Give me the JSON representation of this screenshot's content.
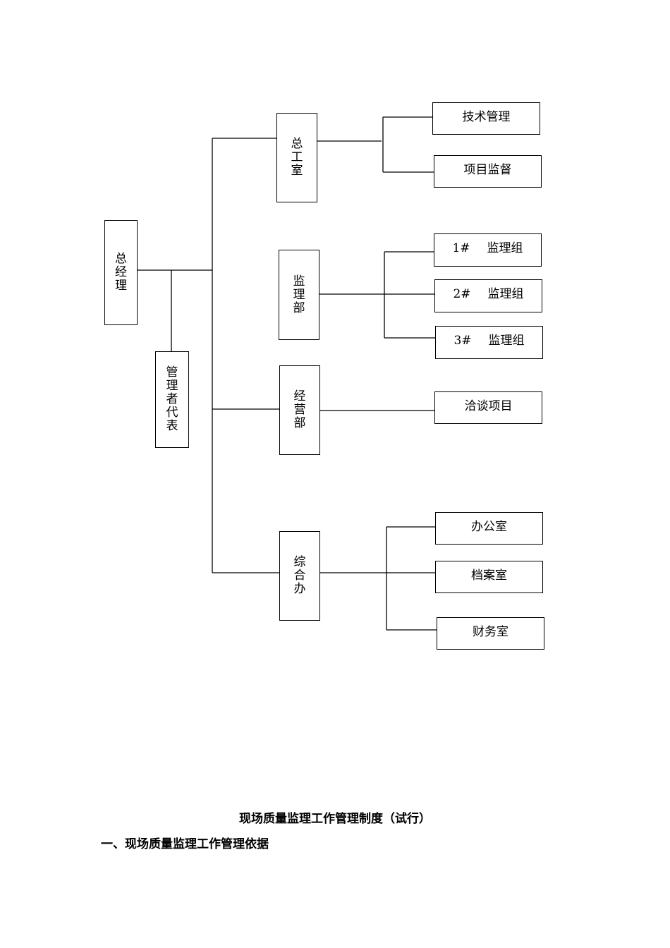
{
  "org_chart": {
    "root": "总经理",
    "representative": "管理者代表",
    "departments": [
      {
        "name": "总工室",
        "units": [
          "技术管理",
          "项目监督"
        ]
      },
      {
        "name": "监理部",
        "units": [
          {
            "num": "1#",
            "label": "监理组"
          },
          {
            "num": "2#",
            "label": "监理组"
          },
          {
            "num": "3#",
            "label": "监理组"
          }
        ]
      },
      {
        "name": "经营部",
        "units": [
          "洽谈项目"
        ]
      },
      {
        "name": "综合办",
        "units": [
          "办公室",
          "档案室",
          "财务室"
        ]
      }
    ]
  },
  "document": {
    "title": "现场质量监理工作管理制度（试行）",
    "section_1": "一、现场质量监理工作管理依据"
  }
}
